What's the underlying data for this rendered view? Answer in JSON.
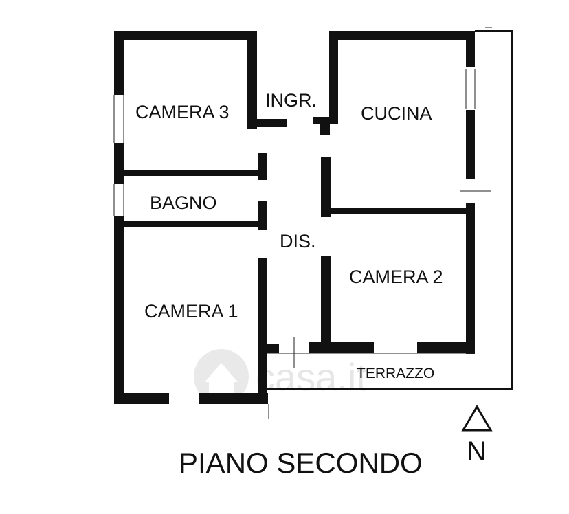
{
  "floor_title": "PIANO SECONDO",
  "rooms": {
    "camera_3": "CAMERA 3",
    "ingresso": "INGR.",
    "cucina": "CUCINA",
    "bagno": "BAGNO",
    "disimpegno": "DIS.",
    "camera_2": "CAMERA 2",
    "camera_1": "CAMERA 1",
    "terrazzo": "TERRAZZO"
  },
  "north_arrow": {
    "label": "N",
    "icon": "north-arrow-icon"
  },
  "watermark": {
    "text": "casa.it",
    "icon": "house-logo-icon"
  },
  "colors": {
    "wall": "#111111",
    "background": "#ffffff",
    "watermark": "#e6e6e6"
  }
}
